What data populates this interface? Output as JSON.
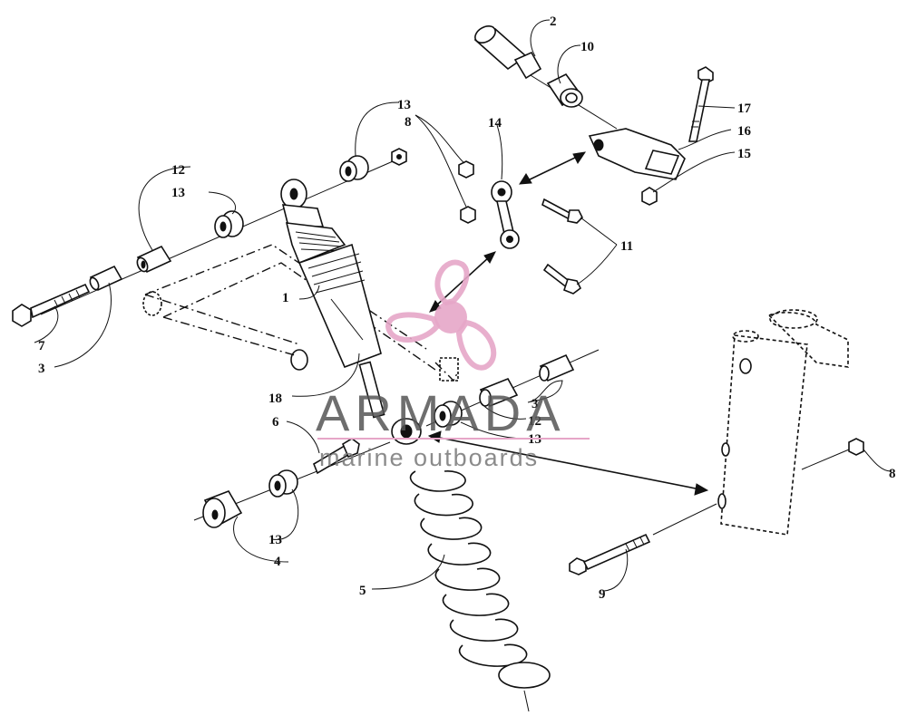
{
  "callouts": {
    "c1": "1",
    "c2": "2",
    "c3a": "3",
    "c3b": "3",
    "c4": "4",
    "c5": "5",
    "c6": "6",
    "c7": "7",
    "c8a": "8",
    "c8b": "8",
    "c9": "9",
    "c10": "10",
    "c11": "11",
    "c12a": "12",
    "c12b": "12",
    "c13a": "13",
    "c13b": "13",
    "c13c": "13",
    "c13d": "13",
    "c14": "14",
    "c15": "15",
    "c16": "16",
    "c17": "17",
    "c18": "18"
  },
  "watermark": {
    "title": "ARMADA",
    "subtitle": "marine outboards",
    "accent_color": "#e6a6c8",
    "icon": "propeller-logo-icon"
  }
}
